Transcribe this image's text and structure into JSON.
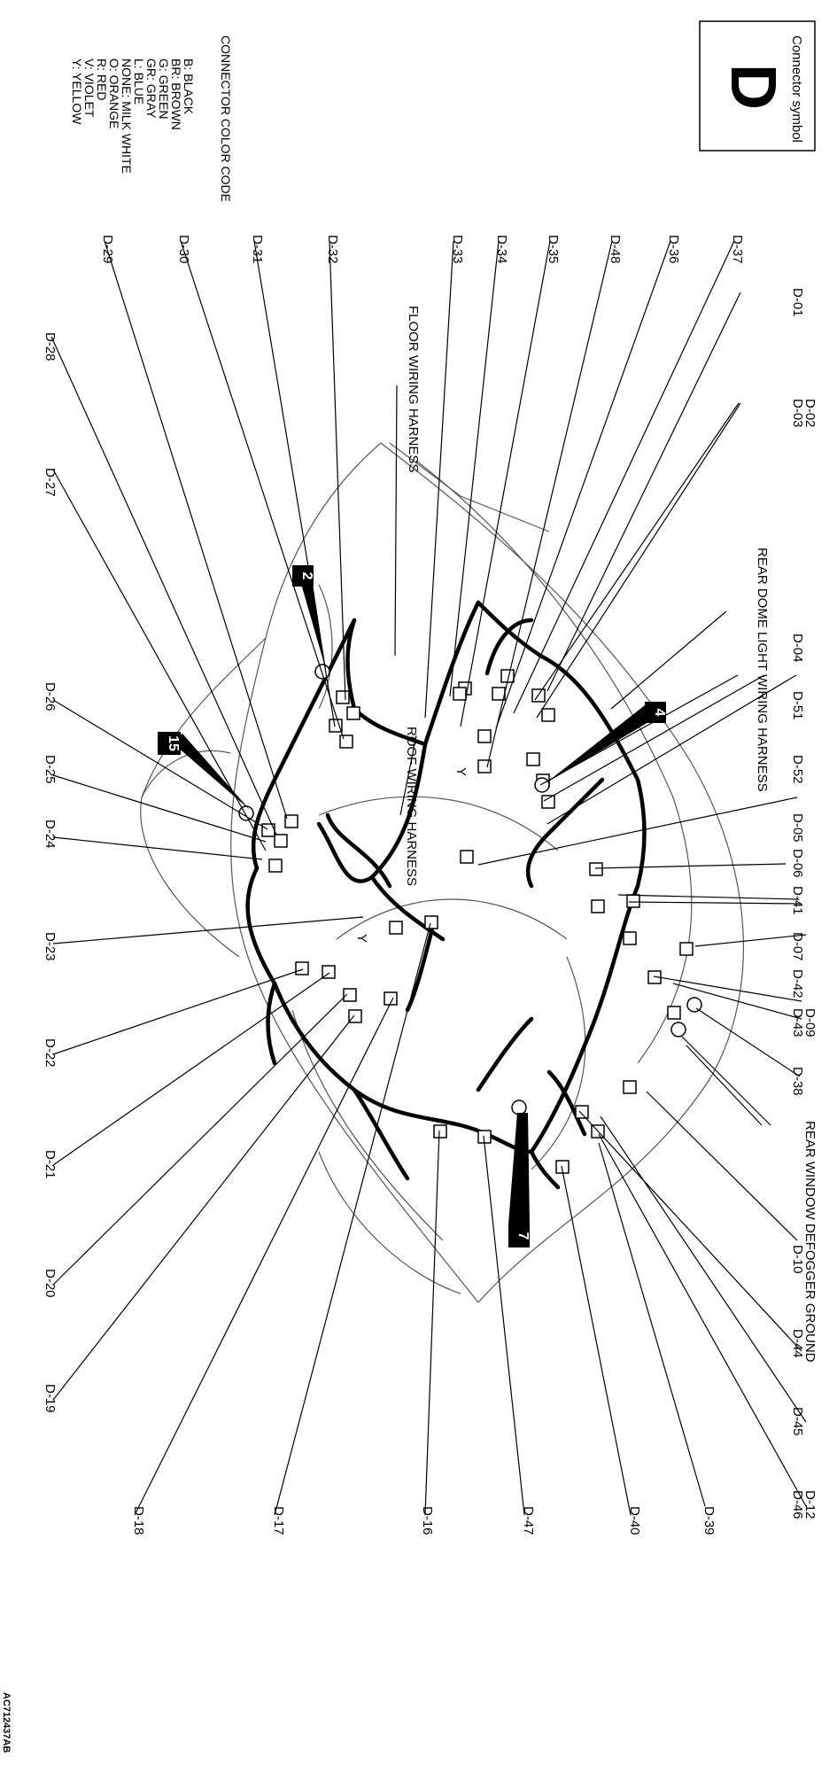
{
  "connector_symbol": {
    "title": "Connector symbol",
    "letter": "D"
  },
  "legend": {
    "heading": "CONNECTOR COLOR CODE",
    "items": [
      "B: BLACK",
      "BR: BROWN",
      "G: GREEN",
      "GR: GRAY",
      "L: BLUE",
      "NONE: MILK WHITE",
      "O: ORANGE",
      "R: RED",
      "V: VIOLET",
      "Y: YELLOW"
    ]
  },
  "harness_labels": {
    "floor": "FLOOR WIRING HARNESS",
    "roof": "ROOF WIRING HARNESS",
    "rear_dome": "REAR DOME LIGHT WIRING HARNESS",
    "rear_window": "REAR WINDOW DEFOGGER GROUND"
  },
  "color_tags": {
    "y1": "Y",
    "y2": "Y"
  },
  "badges": [
    "2",
    "4",
    "15",
    "7"
  ],
  "connectors_top": [
    "D-37",
    "D-36",
    "D-48",
    "D-35",
    "D-34",
    "D-33",
    "D-32",
    "D-31",
    "D-30",
    "D-29",
    "D-28",
    "D-27"
  ],
  "connectors_right": [
    "D-01",
    "D-02",
    "D-03",
    "D-04",
    "D-51",
    "D-52",
    "D-05",
    "D-06",
    "D-41",
    "D-07",
    "D-42",
    "D-09",
    "D-43",
    "D-38",
    "D-10",
    "D-44",
    "D-45",
    "D-12",
    "D-46"
  ],
  "connectors_left": [
    "D-26",
    "D-25",
    "D-24",
    "D-23",
    "D-22",
    "D-21",
    "D-20",
    "D-19",
    "D-18",
    "D-17",
    "D-16",
    "D-47",
    "D-40",
    "D-39"
  ],
  "figure_code": "AC712437AB"
}
